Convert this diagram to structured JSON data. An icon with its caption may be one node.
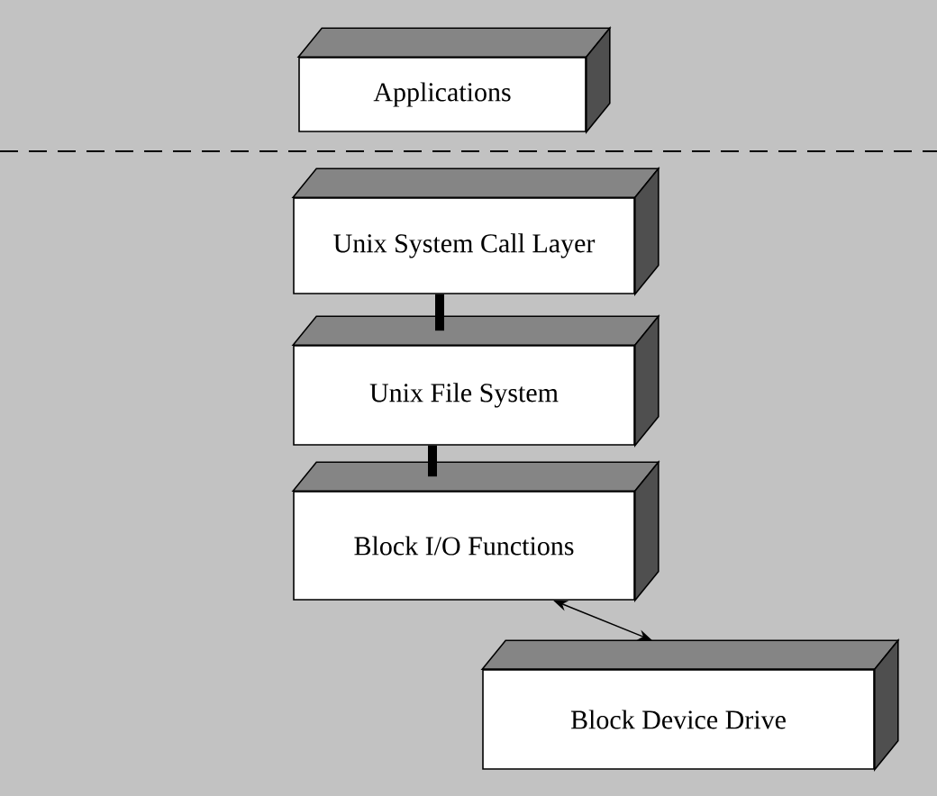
{
  "diagram": {
    "nodes": [
      {
        "text": [
          "Applications"
        ]
      },
      {
        "text": [
          "Unix System Call Layer"
        ]
      },
      {
        "text": [
          "Unix File System"
        ]
      },
      {
        "text": [
          "Block I/O Functions"
        ]
      },
      {
        "text": [
          "Block Device Drive"
        ]
      }
    ],
    "edges": [
      {
        "from": 1,
        "to": 2,
        "arrow": "none"
      },
      {
        "from": 2,
        "to": 3,
        "arrow": "none"
      },
      {
        "from": 3,
        "to": 4,
        "arrow": "both"
      }
    ]
  }
}
